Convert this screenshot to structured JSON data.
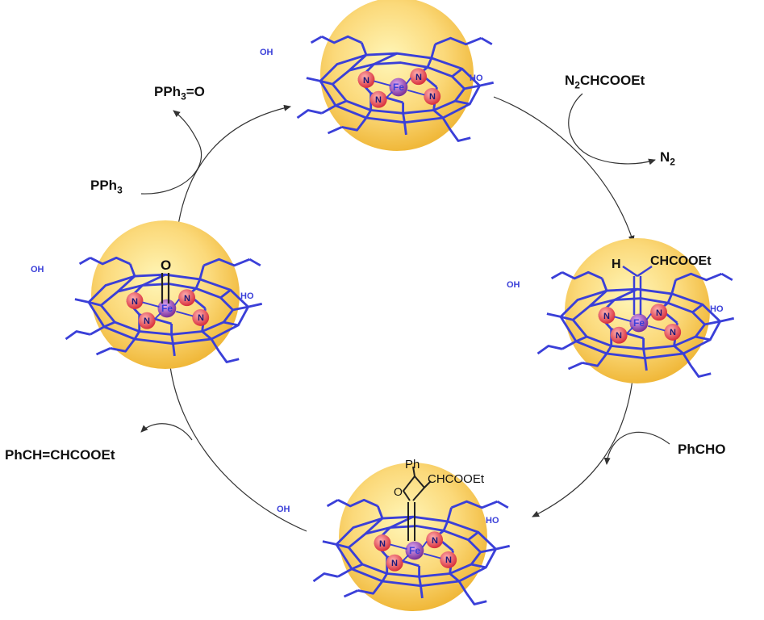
{
  "colors": {
    "sphere_center": "#fff3a8",
    "sphere_edge": "#f2c04a",
    "porphyrin": "#3a3fd8",
    "nitrogen_ball": "#e8505a",
    "iron_ball": "#9a4fb8",
    "arrow": "#333333",
    "text": "#111111"
  },
  "reagents": {
    "pph3_oxide": {
      "main": "PPh",
      "sub": "3",
      "tail": "=O"
    },
    "pph3": {
      "main": "PPh",
      "sub": "3"
    },
    "diazo": {
      "lead": "N",
      "sub": "2",
      "tail": "CHCOOEt"
    },
    "n2": {
      "main": "N",
      "sub": "2"
    },
    "phcho": "PhCHO",
    "product": "PhCH=CHCOOEt"
  },
  "complexes": [
    {
      "id": "fe-resting",
      "metal": "Fe",
      "ligand_label": ""
    },
    {
      "id": "fe-carbene",
      "metal": "Fe",
      "ligand_h": "H",
      "ligand_label": "CHCOOEt"
    },
    {
      "id": "fe-oxetane",
      "metal": "Fe",
      "ligand_ph": "Ph",
      "ligand_o": "O",
      "ligand_label": "CHCOOEt"
    },
    {
      "id": "fe-oxo",
      "metal": "Fe",
      "ligand_label": "O"
    }
  ],
  "atom_labels": {
    "n": "N",
    "acid": "OH",
    "acid_o": "O",
    "acid_h": "HO"
  }
}
